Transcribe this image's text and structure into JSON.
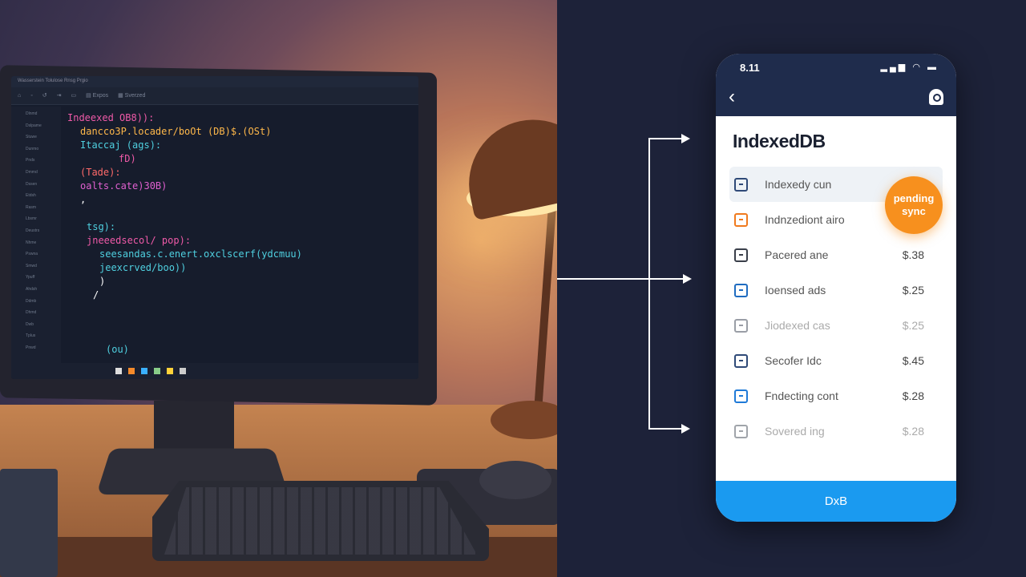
{
  "monitor": {
    "menu": "Wasserstein  Tolulose  Rnsg  Prgio",
    "toolbar": [
      "⌂",
      "◦",
      "↺",
      "⇥",
      "▭",
      "▤ Expos",
      "▦ Sverzed"
    ],
    "file_tree": [
      "Dlnmd",
      "Dslpame",
      "Stuwe",
      "Dunmo",
      "Pnds",
      "Dmmd",
      "Dssen",
      "Etdsh",
      "Rasm",
      "Lbsmr",
      "Deustrs",
      "Nhme",
      "Pswna",
      "Smwd",
      "Ypuff",
      "Ahdsh",
      "Ddmb",
      "Dhmd",
      "Dwb",
      "Tplus",
      "Pnwd"
    ],
    "code_lines": [
      {
        "text": "Indeexed OB8)):",
        "color": "#f05aa8",
        "indent": 0
      },
      {
        "text": "dancco3P.locader/boOt (DB)$.(OSt)",
        "color": "#ffb84a",
        "indent": 2
      },
      {
        "text": "Itaccaj (ags):",
        "color": "#4fd0e0",
        "indent": 2
      },
      {
        "text": "fD)",
        "color": "#f05aa8",
        "indent": 8
      },
      {
        "text": "(Tade):",
        "color": "#ff6a6a",
        "indent": 2
      },
      {
        "text": "oalts.cate)30B)",
        "color": "#e060d0",
        "indent": 2
      },
      {
        "text": ",",
        "color": "#ffffff",
        "indent": 2
      },
      {
        "text": "",
        "color": "#ffffff",
        "indent": 0
      },
      {
        "text": "tsg):",
        "color": "#4fd0e0",
        "indent": 3
      },
      {
        "text": "jneeedsecol/ pop):",
        "color": "#f05aa8",
        "indent": 3
      },
      {
        "text": "seesandas.c.enert.oxclscerf(ydcmuu)",
        "color": "#4fd0e0",
        "indent": 5
      },
      {
        "text": "jeexcrved/boo))",
        "color": "#4fd0e0",
        "indent": 5
      },
      {
        "text": ")",
        "color": "#ffffff",
        "indent": 5
      },
      {
        "text": "/",
        "color": "#ffffff",
        "indent": 4
      },
      {
        "text": "",
        "color": "#ffffff",
        "indent": 0
      },
      {
        "text": "",
        "color": "#ffffff",
        "indent": 0
      },
      {
        "text": "",
        "color": "#ffffff",
        "indent": 0
      },
      {
        "text": "(ou)",
        "color": "#4fd0e0",
        "indent": 6
      }
    ]
  },
  "phone": {
    "time": "8.11",
    "status_icons": [
      "signal-icon",
      "wifi-icon",
      "battery-icon"
    ],
    "title": "IndexedDB",
    "badge": {
      "line1": "pending",
      "line2": "sync",
      "color": "#f7901e"
    },
    "rows": [
      {
        "label": "Indexedy cun",
        "price": "",
        "color": "#2f4a78"
      },
      {
        "label": "Indnzediont airo",
        "price": "",
        "color": "#f07a1e"
      },
      {
        "label": "Pacered ane",
        "price": "$.38",
        "color": "#3a3f4a"
      },
      {
        "label": "Ioensed ads",
        "price": "$.25",
        "color": "#1f6cc0"
      },
      {
        "label": "Jiodexed cas",
        "price": "$.25",
        "color": "#9a9ea6",
        "faded": true
      },
      {
        "label": "Secofer Idc",
        "price": "$.45",
        "color": "#2f4a78"
      },
      {
        "label": "Fndecting cont",
        "price": "$.28",
        "color": "#1f7ad8"
      },
      {
        "label": "Sovered ing",
        "price": "$.28",
        "color": "#a0a4aa",
        "faded": true
      }
    ],
    "button_label": "DxB",
    "accent": "#1a9af0",
    "header_color": "#1f2c4c"
  }
}
